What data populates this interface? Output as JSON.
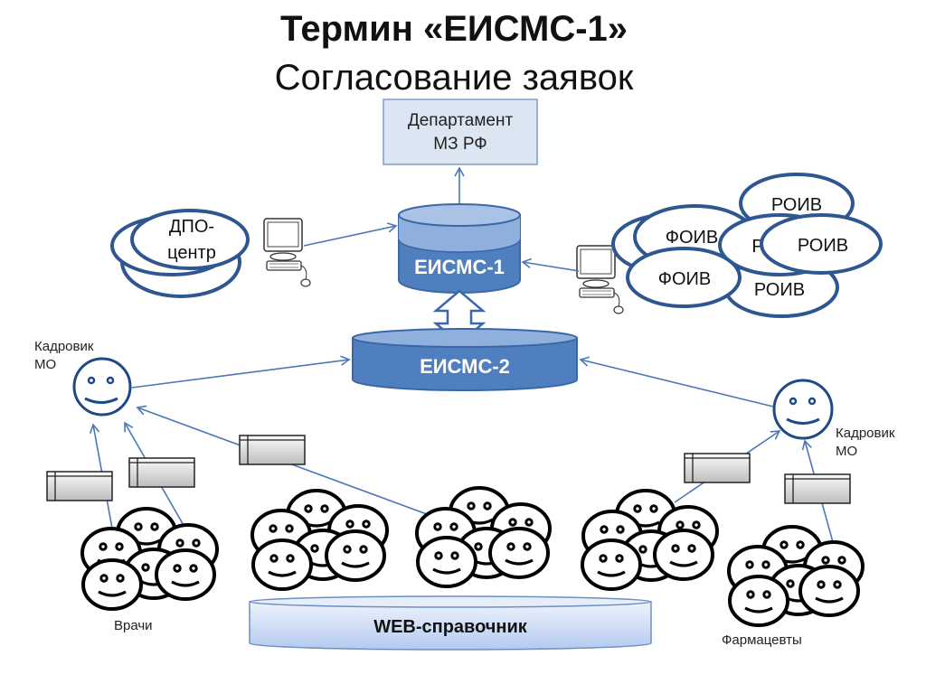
{
  "title": {
    "line1": "Термин «ЕИСМС-1»",
    "line2": "Согласование заявок"
  },
  "nodes": {
    "department": {
      "line1": "Департамент",
      "line2": "МЗ РФ"
    },
    "dpo_center": {
      "line1": "ДПО-",
      "line2": "центр"
    },
    "eismc1": "ЕИСМС-1",
    "eismc2": "ЕИСМС-2",
    "foiv_top": "ФОИВ",
    "foiv_bottom": "ФОИВ",
    "roiv_top": "РОИВ",
    "roiv_mid_partial": "Р",
    "roiv_mid": "РОИВ",
    "roiv_bottom": "РОИВ",
    "hr_left": {
      "line1": "Кадровик",
      "line2": "МО"
    },
    "hr_right": {
      "line1": "Кадровик",
      "line2": "МО"
    },
    "doctors_label": "Врачи",
    "pharmacists_label": "Фармацевты",
    "web_directory": "WEB-справочник"
  },
  "colors": {
    "db_dark": "#4f7fbf",
    "db_light": "#8fb0dc",
    "db_border": "#3a67a8",
    "arrow": "#4a78b8",
    "ellipse_stroke": "#2e5690",
    "dept_fill": "#dce6f2",
    "dept_stroke": "#7f9dc4",
    "web_fill_top": "#eaf0fb",
    "web_fill_bottom": "#b7cdf0"
  }
}
